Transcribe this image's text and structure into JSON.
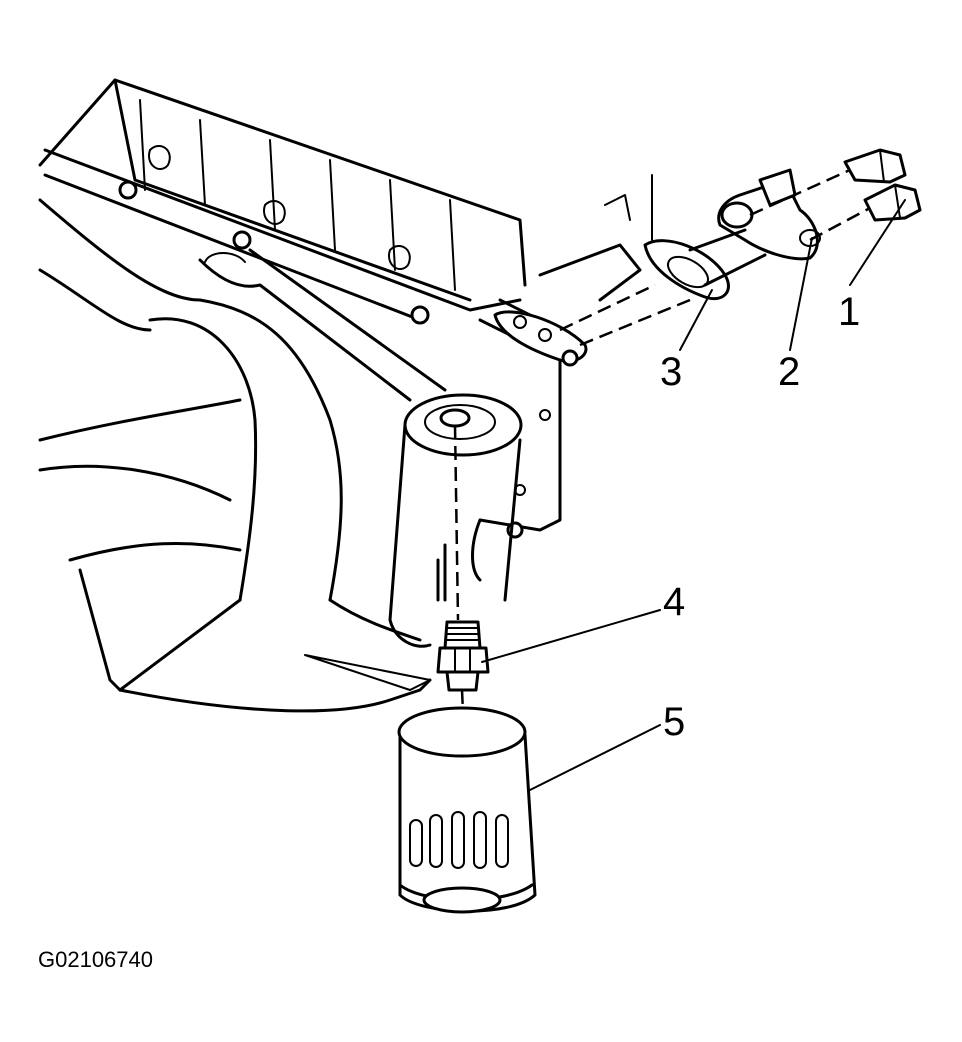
{
  "figure_code": "G02106740",
  "callouts": [
    {
      "label": "1",
      "part": "bolt"
    },
    {
      "label": "2",
      "part": "oil-filter-adapter"
    },
    {
      "label": "3",
      "part": "adapter-gasket"
    },
    {
      "label": "4",
      "part": "oil-filter-fitting"
    },
    {
      "label": "5",
      "part": "oil-filter"
    }
  ]
}
